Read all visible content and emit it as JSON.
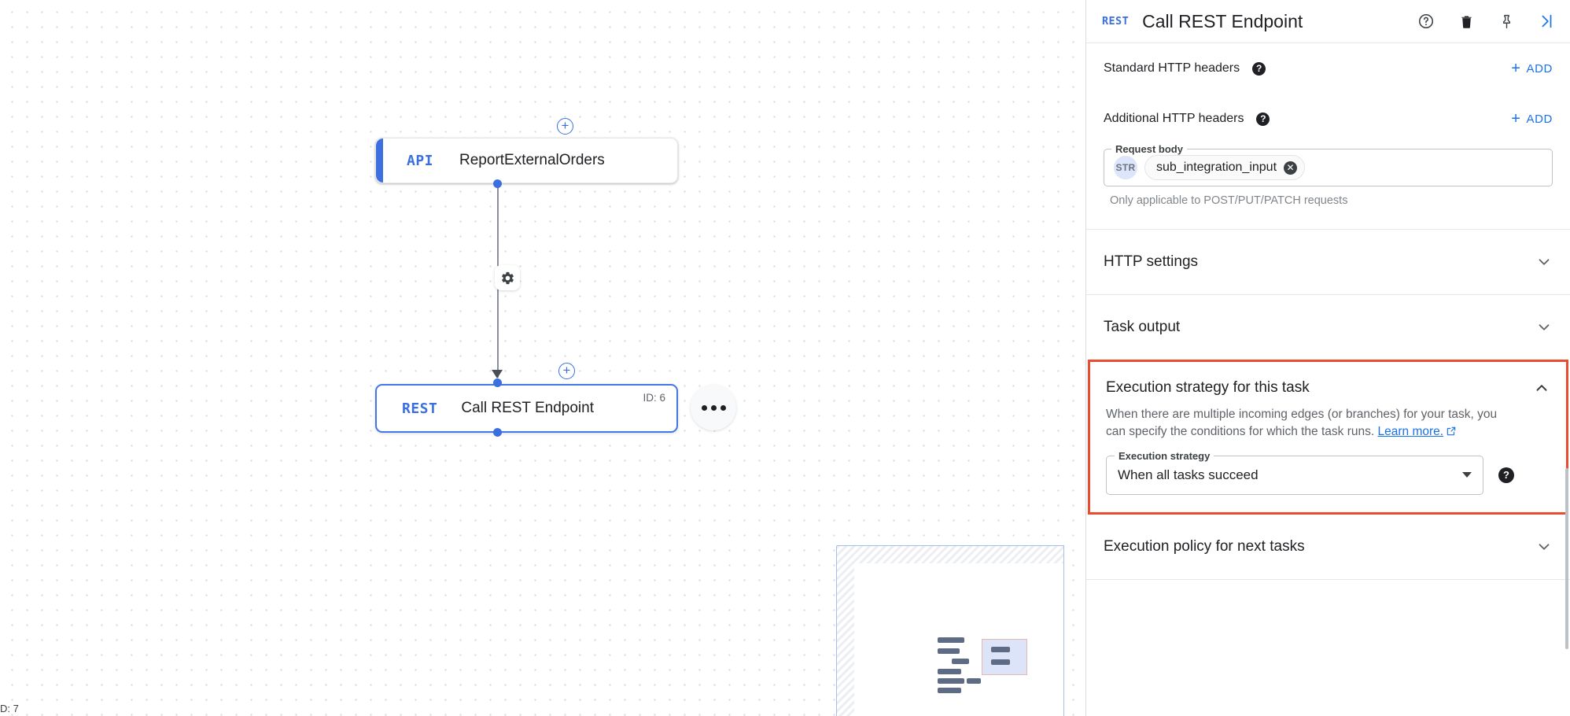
{
  "canvas": {
    "footer_text": "D: 7",
    "nodes": [
      {
        "kind": "API",
        "title": "ReportExternalOrders",
        "id_badge": ""
      },
      {
        "kind": "REST",
        "title": "Call REST Endpoint",
        "id_badge": "ID: 6"
      }
    ],
    "edge_icon": "gear-icon",
    "more_button": "more-options-icon",
    "add_badge": "plus-circle-icon"
  },
  "panel": {
    "header": {
      "kind": "REST",
      "title": "Call REST Endpoint",
      "icons": [
        "help-icon",
        "delete-icon",
        "pin-icon",
        "collapse-panel-icon"
      ]
    },
    "standard_headers": {
      "label": "Standard HTTP headers",
      "add_label": "ADD"
    },
    "additional_headers": {
      "label": "Additional HTTP headers",
      "add_label": "ADD"
    },
    "request_body": {
      "legend": "Request body",
      "type_badge": "STR",
      "chip_value": "sub_integration_input",
      "helper": "Only applicable to POST/PUT/PATCH requests"
    },
    "sections": [
      {
        "title": "HTTP settings",
        "state": "collapsed"
      },
      {
        "title": "Task output",
        "state": "collapsed"
      },
      {
        "title": "Execution policy for next tasks",
        "state": "collapsed"
      }
    ],
    "execution_strategy": {
      "title": "Execution strategy for this task",
      "state": "expanded",
      "description": "When there are multiple incoming edges (or branches) for your task, you can specify the conditions for which the task runs.",
      "link_label": "Learn more.",
      "field_legend": "Execution strategy",
      "value": "When all tasks succeed",
      "highlight_color": "#ea4c32"
    }
  },
  "colors": {
    "accent_blue": "#1a73e8",
    "node_blue": "#3b6fe0",
    "highlight_red": "#ea4c32",
    "text_primary": "#202124",
    "text_secondary": "#5f6368"
  }
}
